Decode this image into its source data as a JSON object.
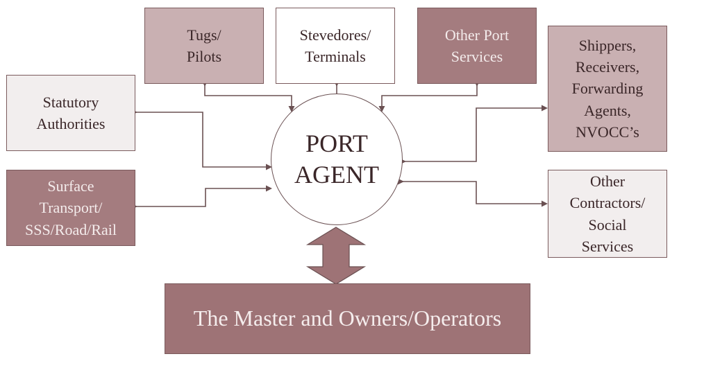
{
  "diagram": {
    "center": "PORT\nAGENT",
    "boxes": {
      "tugs": "Tugs/\nPilots",
      "stevedores": "Stevedores/\nTerminals",
      "other_port": "Other Port\nServices",
      "shippers": "Shippers,\nReceivers,\nForwarding\nAgents,\nNVOCC’s",
      "statutory": "Statutory\nAuthorities",
      "surface": "Surface\nTransport/\nSSS/Road/Rail",
      "contractors": "Other\nContractors/\nSocial\nServices",
      "master": "The Master and Owners/Operators"
    },
    "colors": {
      "dark_box": "#a47c7f",
      "mid_box": "#c9b0b2",
      "light_box": "#f2eeee",
      "line": "#6a5052"
    }
  }
}
